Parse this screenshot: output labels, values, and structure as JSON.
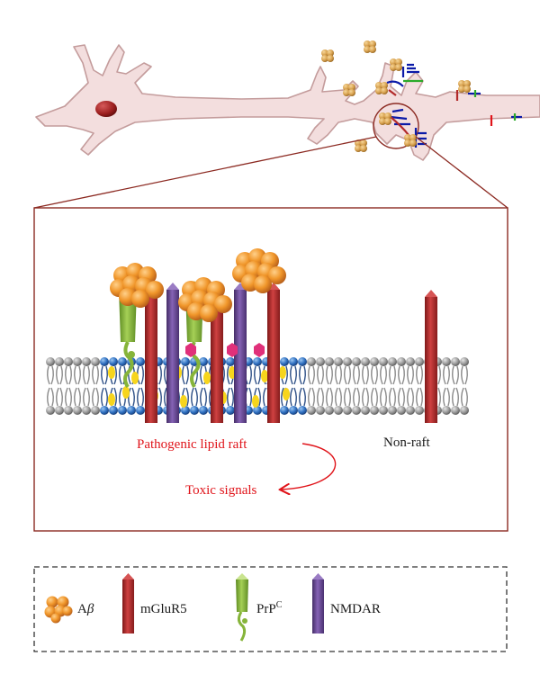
{
  "diagram": {
    "labels": {
      "pathogenic_raft": "Pathogenic lipid raft",
      "toxic_signals": "Toxic signals",
      "non_raft": "Non-raft"
    },
    "legend": [
      {
        "symbol": "abeta-icon",
        "label": "A",
        "label_italic": "β"
      },
      {
        "symbol": "mglur5-icon",
        "label": "mGluR5"
      },
      {
        "symbol": "prpc-icon",
        "label": "PrP",
        "label_sup": "C"
      },
      {
        "symbol": "nmdar-icon",
        "label": "NMDAR"
      }
    ],
    "colors": {
      "mglur5": "#b22a2a",
      "prpc": "#86b43a",
      "nmdar": "#6c4a93",
      "abeta": "#f0962a",
      "annotation_red": "#e0141a",
      "neuron_fill": "#f3dede",
      "neuron_outline": "#c49c9c",
      "nucleus": "#9c1f1f",
      "frame": "#8c2a22"
    }
  }
}
